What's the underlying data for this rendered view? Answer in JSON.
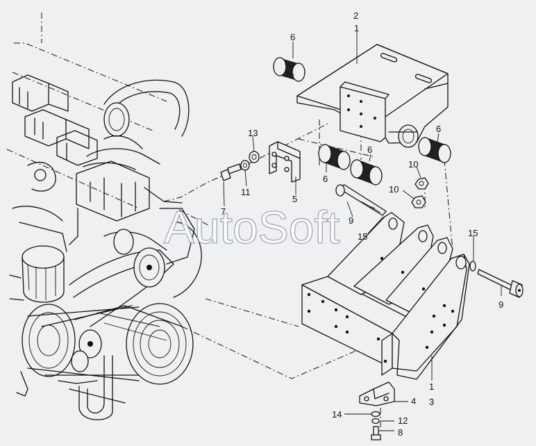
{
  "watermark": "AutoSoft",
  "callouts": {
    "c2": "2",
    "c1_top": "1",
    "c6_top": "6",
    "c6_right": "6",
    "c6_mid": "6",
    "c6_left": "6",
    "c13": "13",
    "c11": "11",
    "c7": "7",
    "c5": "5",
    "c10_a": "10",
    "c10_b": "10",
    "c9_left": "9",
    "c15_left": "15",
    "c15_right": "15",
    "c9_right": "9",
    "c1_bottom": "1",
    "c3": "3",
    "c4": "4",
    "c14": "14",
    "c12": "12",
    "c8": "8"
  }
}
